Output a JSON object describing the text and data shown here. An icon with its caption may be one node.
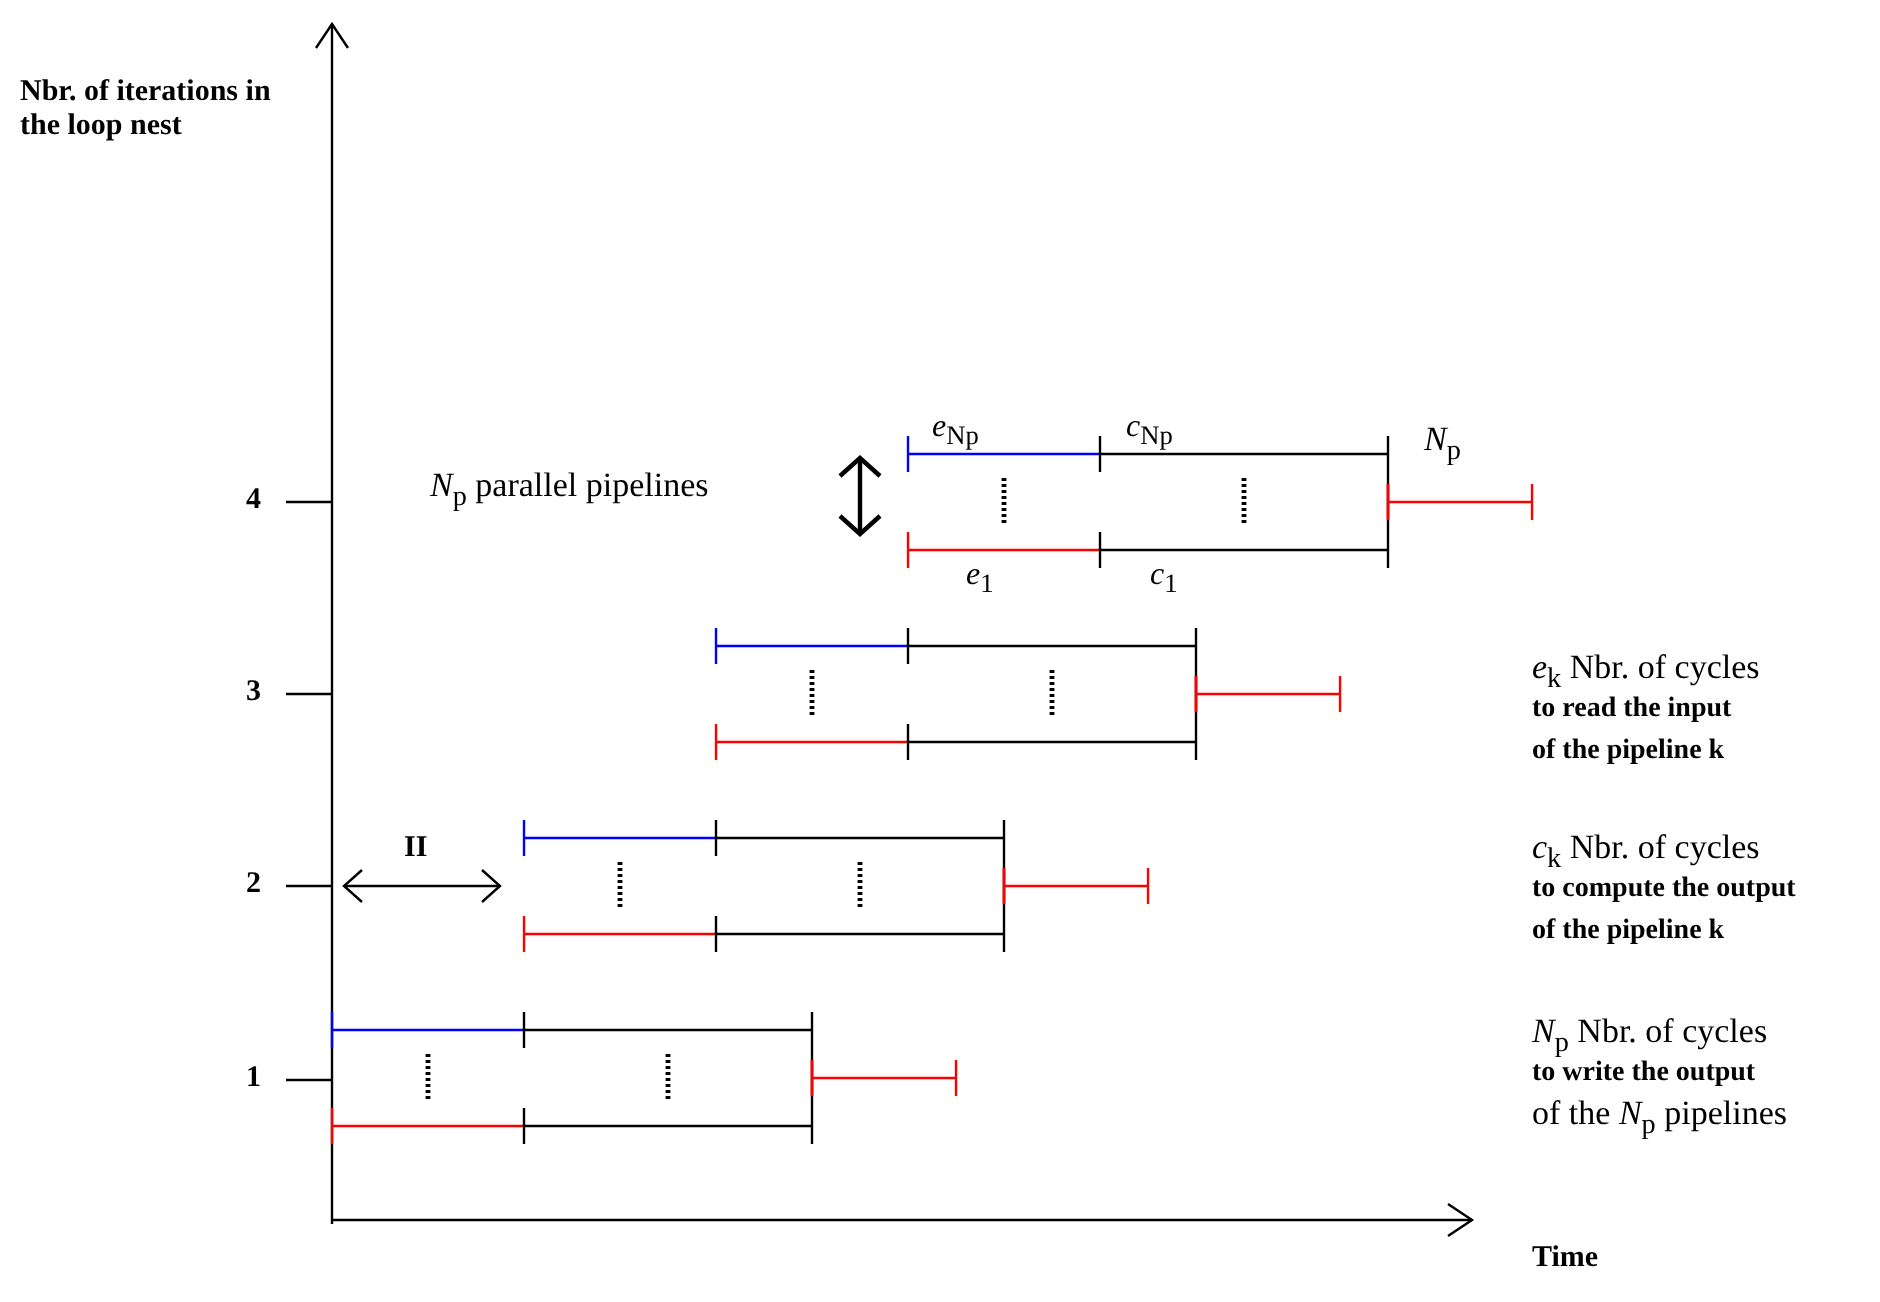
{
  "diagram": {
    "labels": [
      "Nbr. of iterations in the loop nest",
      "*e*$_{Np}$",
      "*c*$_{Np}$",
      "*N*$_{p}$",
      "*N*$_{p}$ parallel pipelines",
      "4",
      "*e*$_{1}$",
      "*c*$_{1}$",
      "*e*$_{k}$ Nbr. of cycles",
      "3",
      "to read the input",
      "of the pipeline k",
      "II",
      "*c*$_{k}$ Nbr. of cycles",
      "2",
      "to compute the output",
      "of the pipeline k",
      "*N*$_{p}$ Nbr. of cycles",
      "to write the output",
      "1",
      "of the *N*$_{p}$ pipelines",
      "Time"
    ]
  }
}
